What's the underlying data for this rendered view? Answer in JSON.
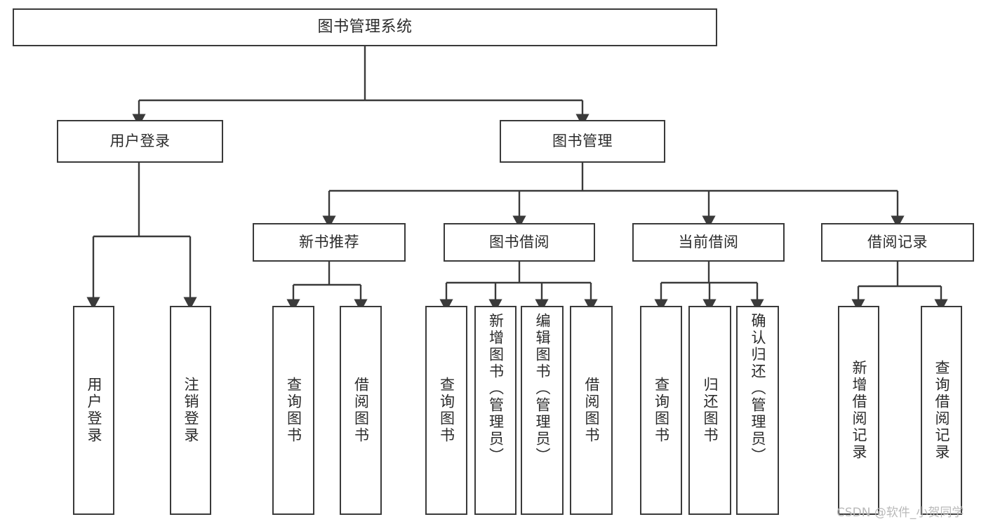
{
  "diagram": {
    "title": "图书管理系统",
    "type": "tree",
    "watermark": "CSDN @软件_小贺同学",
    "colors": {
      "box_border": "#3a3a3a",
      "box_fill": "#ffffff",
      "edge": "#3a3a3a",
      "text": "#2b2b2b",
      "watermark": "#b9b9b9",
      "background": "#ffffff"
    },
    "levels": {
      "root": "图书管理系统",
      "level2": [
        "用户登录",
        "图书管理"
      ],
      "level3": [
        "新书推荐",
        "图书借阅",
        "当前借阅",
        "借阅记录"
      ]
    },
    "nodes": {
      "root": {
        "label": "图书管理系统"
      },
      "user_login": {
        "label": "用户登录"
      },
      "book_manage": {
        "label": "图书管理"
      },
      "new_book_rec": {
        "label": "新书推荐"
      },
      "book_borrow": {
        "label": "图书借阅"
      },
      "current_borrow": {
        "label": "当前借阅"
      },
      "borrow_record": {
        "label": "借阅记录"
      },
      "leaf_user_login": {
        "label": "用户登录"
      },
      "leaf_logout": {
        "label": "注销登录"
      },
      "leaf_query_book_1": {
        "label": "查询图书"
      },
      "leaf_borrow_book_1": {
        "label": "借阅图书"
      },
      "leaf_query_book_2": {
        "label": "查询图书"
      },
      "leaf_add_book": {
        "label": "新增图书（管理员）"
      },
      "leaf_edit_book": {
        "label": "编辑图书（管理员）"
      },
      "leaf_borrow_book_2": {
        "label": "借阅图书"
      },
      "leaf_query_book_3": {
        "label": "查询图书"
      },
      "leaf_return_book": {
        "label": "归还图书"
      },
      "leaf_confirm_return": {
        "label": "确认归还（管理员）"
      },
      "leaf_add_record": {
        "label": "新增借阅记录"
      },
      "leaf_query_record": {
        "label": "查询借阅记录"
      }
    },
    "edges": [
      {
        "from": "root",
        "to": "user_login"
      },
      {
        "from": "root",
        "to": "book_manage"
      },
      {
        "from": "user_login",
        "to": "leaf_user_login"
      },
      {
        "from": "user_login",
        "to": "leaf_logout"
      },
      {
        "from": "book_manage",
        "to": "new_book_rec"
      },
      {
        "from": "book_manage",
        "to": "book_borrow"
      },
      {
        "from": "book_manage",
        "to": "current_borrow"
      },
      {
        "from": "book_manage",
        "to": "borrow_record"
      },
      {
        "from": "new_book_rec",
        "to": "leaf_query_book_1"
      },
      {
        "from": "new_book_rec",
        "to": "leaf_borrow_book_1"
      },
      {
        "from": "book_borrow",
        "to": "leaf_query_book_2"
      },
      {
        "from": "book_borrow",
        "to": "leaf_add_book"
      },
      {
        "from": "book_borrow",
        "to": "leaf_edit_book"
      },
      {
        "from": "book_borrow",
        "to": "leaf_borrow_book_2"
      },
      {
        "from": "current_borrow",
        "to": "leaf_query_book_3"
      },
      {
        "from": "current_borrow",
        "to": "leaf_return_book"
      },
      {
        "from": "current_borrow",
        "to": "leaf_confirm_return"
      },
      {
        "from": "borrow_record",
        "to": "leaf_add_record"
      },
      {
        "from": "borrow_record",
        "to": "leaf_query_record"
      }
    ]
  }
}
